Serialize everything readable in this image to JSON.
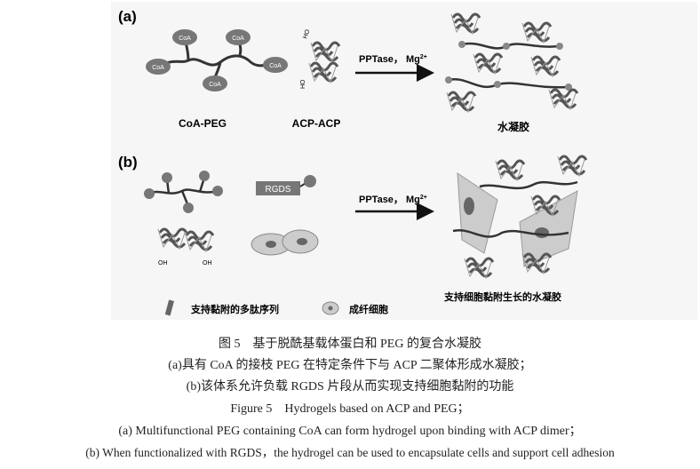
{
  "figure": {
    "panel_a": {
      "label": "(a)",
      "coa_node": "CoA",
      "coa_peg_label": "CoA-PEG",
      "acp_label": "ACP-ACP",
      "ho_label": "HO",
      "reaction_label": "PPTase， Mg",
      "reaction_sup": "2+",
      "product_label": "水凝胶"
    },
    "panel_b": {
      "label": "(b)",
      "rgds_label": "RGDS",
      "oh_label": "OH",
      "reaction_label": "PPTase， Mg",
      "reaction_sup": "2+",
      "legend_peptide": "支持黏附的多肽序列",
      "legend_cell": "成纤细胞",
      "product_label": "支持细胞黏附生长的水凝胶"
    }
  },
  "caption": {
    "cn_title": "图 5　基于脱酰基载体蛋白和 PEG 的复合水凝胶",
    "cn_a": "(a)具有 CoA 的接枝 PEG 在特定条件下与 ACP 二聚体形成水凝胶；",
    "cn_b": "(b)该体系允许负载 RGDS 片段从而实现支持细胞黏附的功能",
    "en_title": "Figure 5　Hydrogels based on ACP and PEG；",
    "en_a": "(a) Multifunctional PEG containing CoA can form hydrogel upon binding with ACP dimer；",
    "en_b": "(b) When functionalized with RGDS，the hydrogel can be used to encapsulate cells and support cell adhesion"
  }
}
